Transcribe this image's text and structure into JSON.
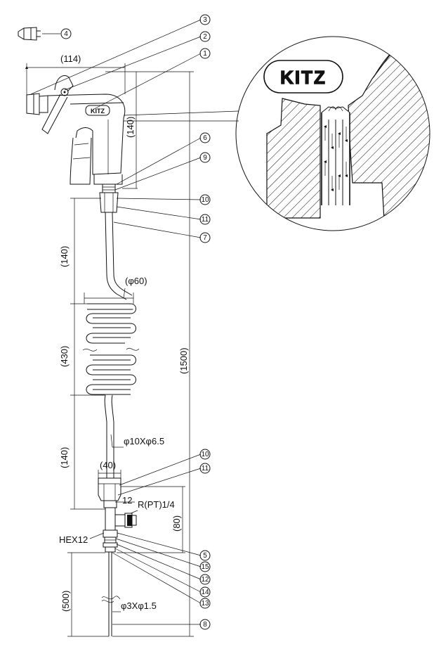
{
  "dimensions": {
    "gun_width": "(114)",
    "gun_height": "(140)",
    "hose_upper": "(140)",
    "coil_width": "(φ60)",
    "coil_length": "(430)",
    "overall_length": "(1500)",
    "hose_lower": "(140)",
    "block_width": "(40)",
    "block_height": "(80)",
    "tube_length": "(500)"
  },
  "labels": {
    "hose_spec": "φ10Xφ6.5",
    "tube_spec": "φ3Xφ1.5",
    "thread": "R(PT)1/4",
    "hex": "HEX12",
    "hex_size": "12"
  },
  "brand": {
    "logo": "KITZ"
  },
  "balloons": [
    "1",
    "2",
    "3",
    "4",
    "5",
    "6",
    "7",
    "8",
    "9",
    "10",
    "11",
    "12",
    "13",
    "14",
    "15",
    "10",
    "11"
  ]
}
